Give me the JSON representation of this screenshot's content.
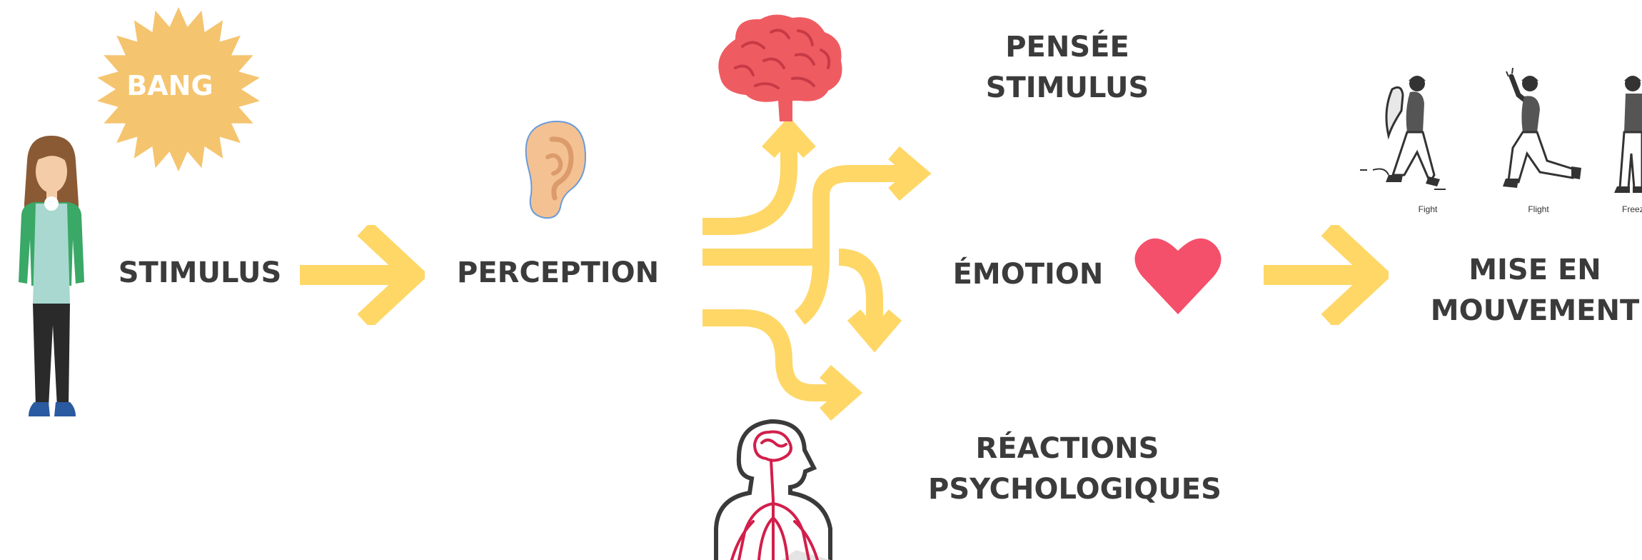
{
  "labels": {
    "stimulus": "STIMULUS",
    "perception": "PERCEPTION",
    "pensee_l1": "PENSÉE",
    "pensee_l2": "STIMULUS",
    "emotion": "ÉMOTION",
    "reactions_l1": "RÉACTIONS",
    "reactions_l2": "PSYCHOLOGIQUES",
    "mise_l1": "MISE EN",
    "mise_l2": "MOUVEMENT"
  },
  "burst_text": "BANG",
  "responses": [
    "Fight",
    "Flight",
    "Freeze"
  ],
  "colors": {
    "arrow": "#fed767",
    "burst": "#f5c46e",
    "heart": "#f4506b",
    "brain": "#ee5c62",
    "nerves": "#d21f4b",
    "text": "#3b3b3b"
  },
  "icons": [
    "person-icon",
    "bang-burst-icon",
    "ear-icon",
    "brain-icon",
    "heart-icon",
    "nervous-system-icon",
    "fight-flight-freeze-icon"
  ]
}
